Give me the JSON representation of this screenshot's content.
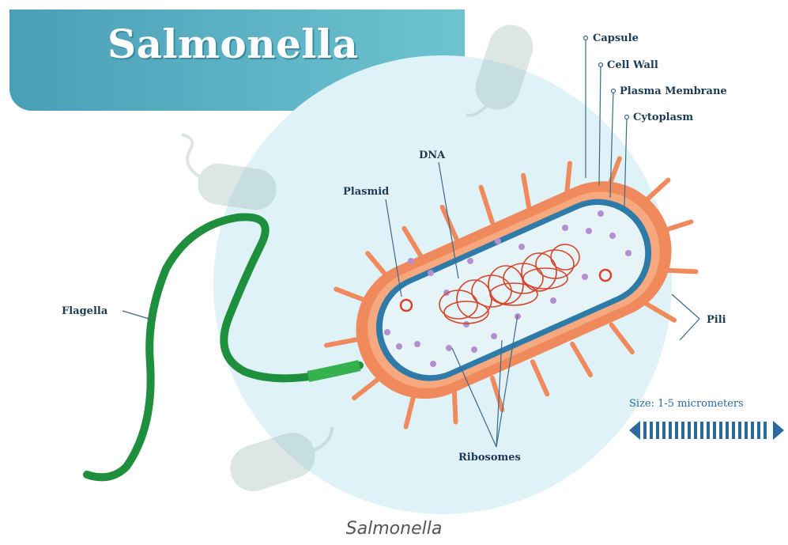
{
  "title": "Salmonella",
  "caption": "Salmonella",
  "labels": {
    "capsule": "Capsule",
    "cell_wall": "Cell Wall",
    "plasma_membrane": "Plasma Membrane",
    "cytoplasm": "Cytoplasm",
    "dna": "DNA",
    "plasmid": "Plasmid",
    "flagella": "Flagella",
    "pili": "Pili",
    "ribosomes": "Ribosomes",
    "size": "Size: 1-5 micrometers"
  },
  "colors": {
    "banner": "#4a9fb8",
    "capsule": "#f08a5d",
    "membrane": "#2e7aa8",
    "cytoplasm": "#e6f4f8",
    "flagella": "#1e8f3c",
    "dna": "#d8442a",
    "ribosome": "#b48fd0"
  }
}
